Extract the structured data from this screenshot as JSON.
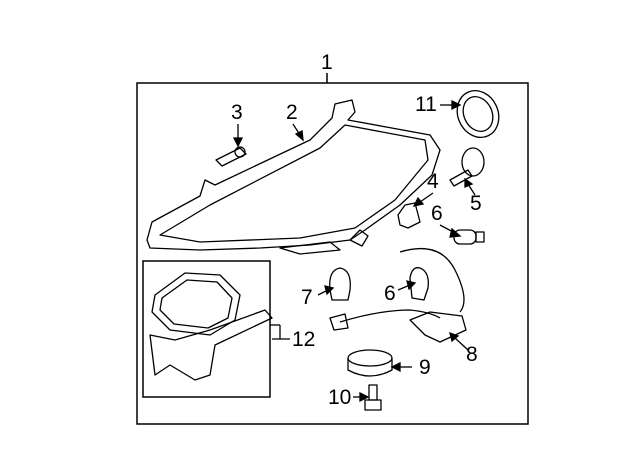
{
  "diagram": {
    "callouts": [
      {
        "id": "1",
        "text": "1"
      },
      {
        "id": "2",
        "text": "2"
      },
      {
        "id": "3",
        "text": "3"
      },
      {
        "id": "4",
        "text": "4"
      },
      {
        "id": "5",
        "text": "5"
      },
      {
        "id": "6a",
        "text": "6"
      },
      {
        "id": "6b",
        "text": "6"
      },
      {
        "id": "7",
        "text": "7"
      },
      {
        "id": "8",
        "text": "8"
      },
      {
        "id": "9",
        "text": "9"
      },
      {
        "id": "10",
        "text": "10"
      },
      {
        "id": "11",
        "text": "11"
      },
      {
        "id": "12",
        "text": "12"
      }
    ]
  }
}
